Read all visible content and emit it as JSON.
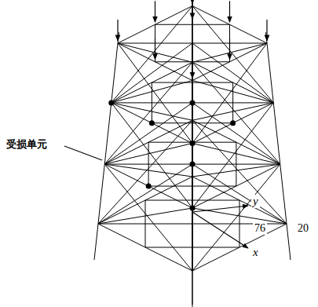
{
  "diagram": {
    "labels": [
      "受损单元",
      "y",
      "76",
      "20",
      "x"
    ]
  }
}
